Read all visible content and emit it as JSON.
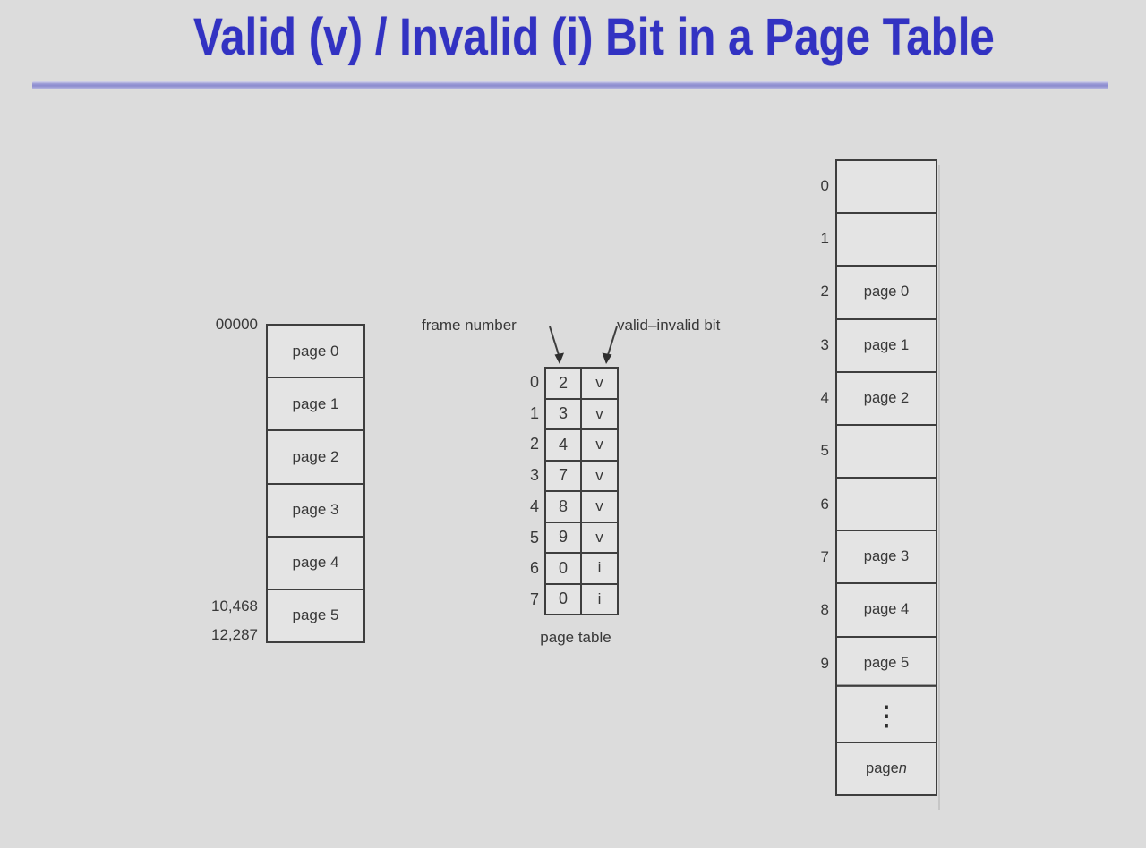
{
  "title": "Valid (v) / Invalid (i) Bit in a Page Table",
  "colors": {
    "title_accent": "#3232c2",
    "rule": "#8b8bce",
    "background": "#dcdcdc",
    "diagram_line": "#3e3e3e",
    "cell_fill": "#e4e4e4"
  },
  "logical_memory": {
    "address_top": "00000",
    "address_page5": "10,468",
    "address_bottom": "12,287",
    "cells": [
      "page 0",
      "page 1",
      "page 2",
      "page 3",
      "page 4",
      "page 5"
    ]
  },
  "page_table": {
    "frame_label": "frame number",
    "bit_label": "valid–invalid bit",
    "caption": "page table",
    "rows": [
      {
        "index": "0",
        "frame": "2",
        "bit": "v"
      },
      {
        "index": "1",
        "frame": "3",
        "bit": "v"
      },
      {
        "index": "2",
        "frame": "4",
        "bit": "v"
      },
      {
        "index": "3",
        "frame": "7",
        "bit": "v"
      },
      {
        "index": "4",
        "frame": "8",
        "bit": "v"
      },
      {
        "index": "5",
        "frame": "9",
        "bit": "v"
      },
      {
        "index": "6",
        "frame": "0",
        "bit": "i"
      },
      {
        "index": "7",
        "frame": "0",
        "bit": "i"
      }
    ]
  },
  "physical_memory": {
    "rows": [
      {
        "index": "0",
        "content": ""
      },
      {
        "index": "1",
        "content": ""
      },
      {
        "index": "2",
        "content": "page 0"
      },
      {
        "index": "3",
        "content": "page 1"
      },
      {
        "index": "4",
        "content": "page 2"
      },
      {
        "index": "5",
        "content": ""
      },
      {
        "index": "6",
        "content": ""
      },
      {
        "index": "7",
        "content": "page 3"
      },
      {
        "index": "8",
        "content": "page 4"
      },
      {
        "index": "9",
        "content": "page 5"
      },
      {
        "index": "",
        "content": "⋮"
      }
    ],
    "page_n_prefix": "page ",
    "page_n_var": "n"
  }
}
